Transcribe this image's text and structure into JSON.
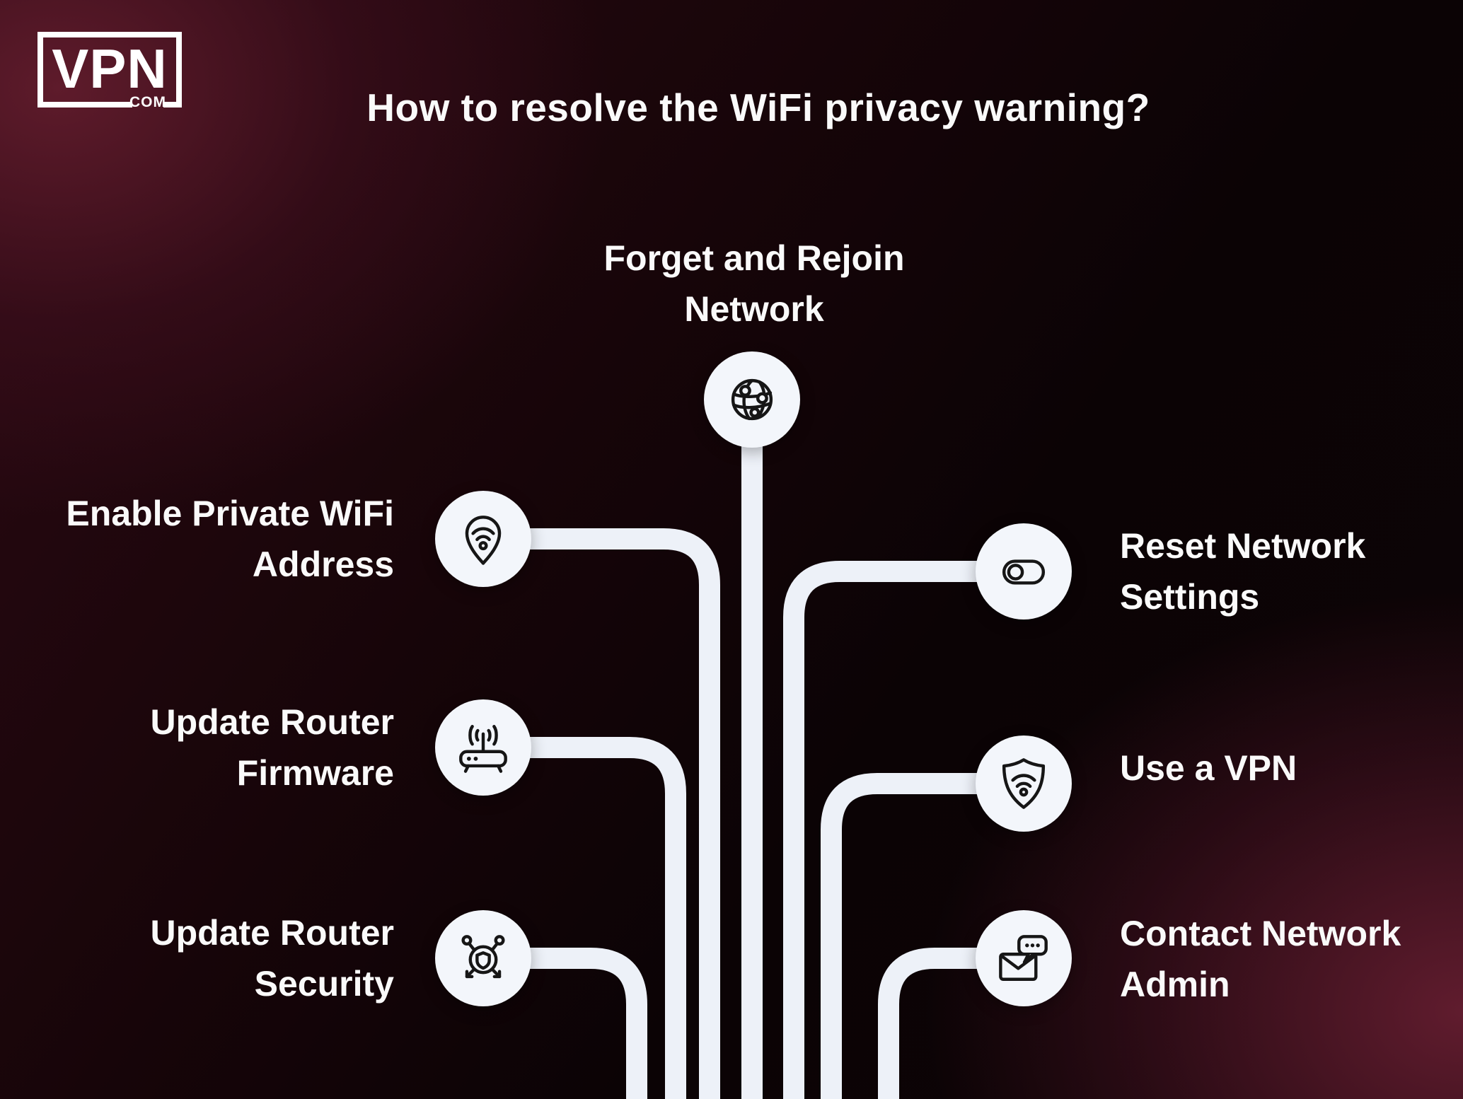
{
  "logo": {
    "name": "VPN",
    "tld": ".COM"
  },
  "title": "How to resolve the WiFi privacy warning?",
  "nodes": {
    "forget_rejoin": {
      "lines": [
        "Forget and Rejoin",
        "Network"
      ],
      "icon": "globe-network"
    },
    "private_wifi": {
      "lines": [
        "Enable Private WiFi",
        "Address"
      ],
      "icon": "wifi-location-pin"
    },
    "router_firmware": {
      "lines": [
        "Update Router",
        "Firmware"
      ],
      "icon": "wireless-router"
    },
    "router_security": {
      "lines": [
        "Update Router",
        "Security"
      ],
      "icon": "shield-network"
    },
    "reset_network": {
      "lines": [
        "Reset Network",
        "Settings"
      ],
      "icon": "toggle-switch"
    },
    "use_vpn": {
      "lines": [
        "Use a VPN"
      ],
      "icon": "shield-wifi"
    },
    "contact_admin": {
      "lines": [
        "Contact Network",
        "Admin"
      ],
      "icon": "mail-chat"
    }
  },
  "colors": {
    "glow_top_left": "#5e1b2b",
    "glow_bottom_right": "#601c2e",
    "trace": "#edf1f8",
    "node_circle": "#f3f6fb",
    "text": "#fafafa",
    "icon_stroke": "#161616"
  }
}
